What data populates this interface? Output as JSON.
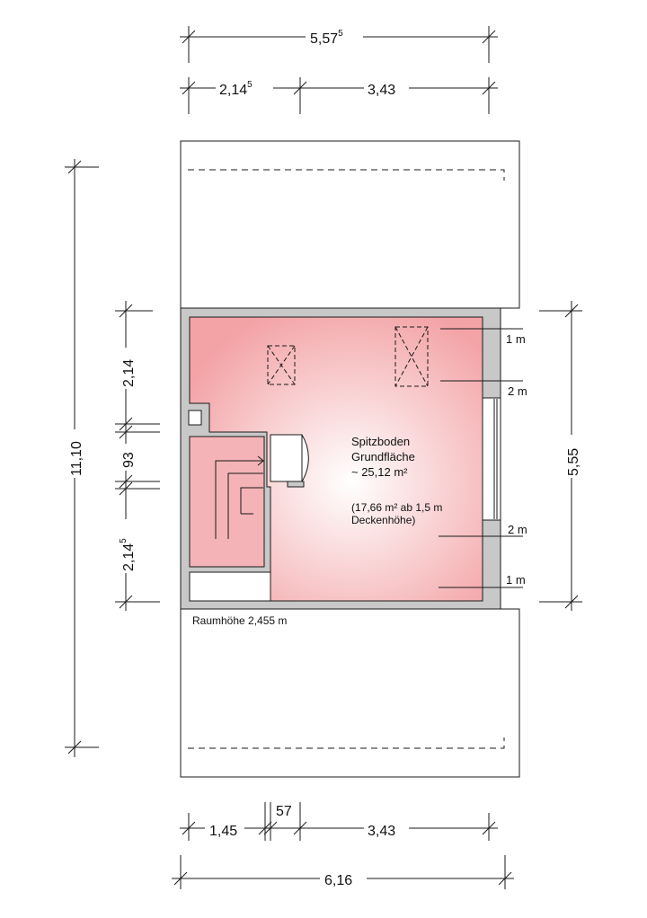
{
  "dimensions": {
    "top_total": {
      "main": "5,57",
      "sup": "5"
    },
    "top_left": {
      "main": "2,14",
      "sup": "5"
    },
    "top_right": "3,43",
    "bottom_left": "1,45",
    "bottom_mid": "57",
    "bottom_right": "3,43",
    "bottom_total": "6,16",
    "left_total": "11,10",
    "left_upper": "2,14",
    "left_mid": "93",
    "left_lower": {
      "main": "2,14",
      "sup": "5"
    },
    "right_total": "5,55"
  },
  "height_markers": {
    "m1_top": "1 m",
    "m2_top": "2 m",
    "m2_bottom": "2 m",
    "m1_bottom": "1 m"
  },
  "room": {
    "name_line1": "Spitzboden",
    "name_line2": "Grundfläche",
    "area": "~ 25,12 m²",
    "note_line1": "(17,66 m² ab 1,5 m",
    "note_line2": "Deckenhöhe)"
  },
  "ceiling_height": "Raumhöhe 2,455 m",
  "colors": {
    "floor_center": "#ffffff",
    "floor_edge": "#f3a3a6",
    "wall": "#c8c8c8",
    "line": "#1a1a1a"
  }
}
